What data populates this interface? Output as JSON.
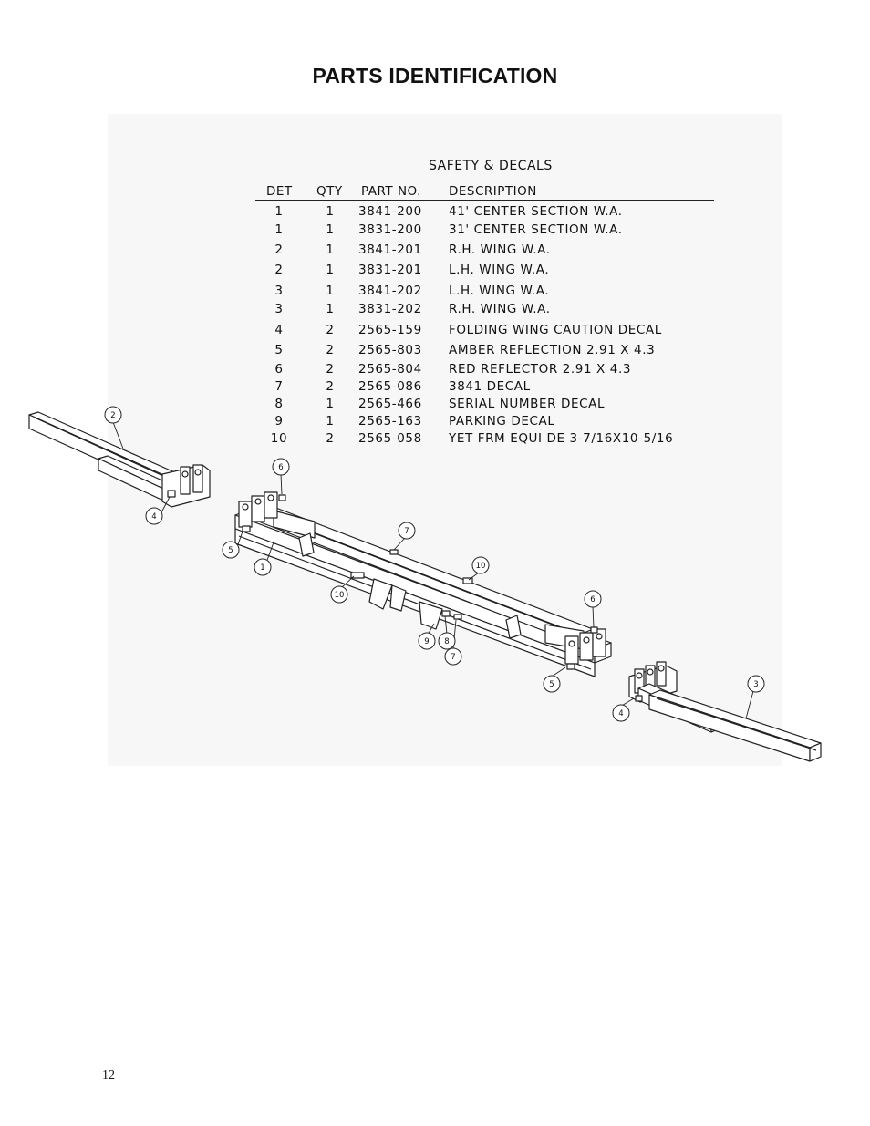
{
  "page": {
    "title": "PARTS IDENTIFICATION",
    "page_number": "12"
  },
  "parts_table": {
    "heading": "SAFETY & DECALS",
    "columns": [
      "DET",
      "QTY",
      "PART NO.",
      "DESCRIPTION"
    ],
    "rows": [
      {
        "det": "1",
        "qty": "1",
        "part": "3841-200",
        "desc": "41' CENTER SECTION W.A."
      },
      {
        "det": "1",
        "qty": "1",
        "part": "3831-200",
        "desc": "31' CENTER SECTION W.A."
      },
      {
        "det": "2",
        "qty": "1",
        "part": "3841-201",
        "desc": "R.H. WING W.A."
      },
      {
        "det": "2",
        "qty": "1",
        "part": "3831-201",
        "desc": "L.H. WING W.A."
      },
      {
        "det": "3",
        "qty": "1",
        "part": "3841-202",
        "desc": "L.H. WING W.A."
      },
      {
        "det": "3",
        "qty": "1",
        "part": "3831-202",
        "desc": "R.H. WING W.A."
      },
      {
        "det": "4",
        "qty": "2",
        "part": "2565-159",
        "desc": "FOLDING WING CAUTION DECAL"
      },
      {
        "det": "5",
        "qty": "2",
        "part": "2565-803",
        "desc": "AMBER REFLECTION 2.91 X 4.3"
      },
      {
        "det": "6",
        "qty": "2",
        "part": "2565-804",
        "desc": "RED REFLECTOR 2.91 X 4.3"
      },
      {
        "det": "7",
        "qty": "2",
        "part": "2565-086",
        "desc": "3841 DECAL"
      },
      {
        "det": "8",
        "qty": "1",
        "part": "2565-466",
        "desc": "SERIAL NUMBER DECAL"
      },
      {
        "det": "9",
        "qty": "1",
        "part": "2565-163",
        "desc": "PARKING DECAL"
      },
      {
        "det": "10",
        "qty": "2",
        "part": "2565-058",
        "desc": "YET FRM EQUI DE 3-7/16X10-5/16"
      }
    ]
  },
  "callouts": [
    "2",
    "4",
    "6",
    "5",
    "1",
    "7",
    "10",
    "10",
    "9",
    "8",
    "7",
    "6",
    "5",
    "3",
    "4"
  ]
}
